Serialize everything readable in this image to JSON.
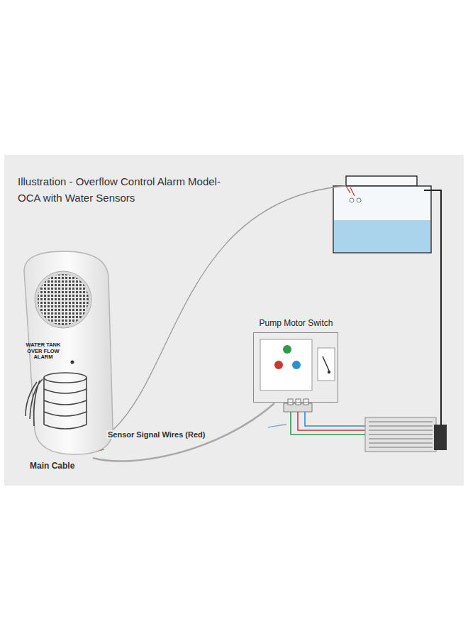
{
  "diagram": {
    "title": "Illustration - Overflow Control Alarm Model- OCA with Water Sensors",
    "nodes": [
      {
        "text": [
          "WATER TANK OVER FLOW ALARM"
        ]
      },
      {
        "text": [
          "Pump Motor Switch"
        ]
      }
    ],
    "edges": [
      {
        "from": 0,
        "to": 1,
        "arrow": "none"
      }
    ],
    "labels": [
      "Sensor Signal Wires (Red)",
      "Main Cable"
    ]
  }
}
